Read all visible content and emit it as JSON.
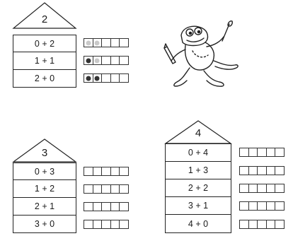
{
  "colors": {
    "ink": "#222222",
    "filled_dot": "#333333",
    "hollow_dot": "#c9c9c9"
  },
  "houses": [
    {
      "number": "2",
      "rows": [
        {
          "label": "0 + 2",
          "dots": [
            "hollow",
            "hollow",
            "empty",
            "empty",
            "empty"
          ]
        },
        {
          "label": "1 + 1",
          "dots": [
            "filled",
            "hollow",
            "empty",
            "empty",
            "empty"
          ]
        },
        {
          "label": "2 + 0",
          "dots": [
            "filled",
            "filled",
            "empty",
            "empty",
            "empty"
          ]
        }
      ]
    },
    {
      "number": "3",
      "rows": [
        {
          "label": "0 + 3",
          "dots": [
            "empty",
            "empty",
            "empty",
            "empty",
            "empty"
          ]
        },
        {
          "label": "1 + 2",
          "dots": [
            "empty",
            "empty",
            "empty",
            "empty",
            "empty"
          ]
        },
        {
          "label": "2 + 1",
          "dots": [
            "empty",
            "empty",
            "empty",
            "empty",
            "empty"
          ]
        },
        {
          "label": "3 + 0",
          "dots": [
            "empty",
            "empty",
            "empty",
            "empty",
            "empty"
          ]
        }
      ]
    },
    {
      "number": "4",
      "rows": [
        {
          "label": "0 + 4",
          "dots": [
            "empty",
            "empty",
            "empty",
            "empty",
            "empty"
          ]
        },
        {
          "label": "1 + 3",
          "dots": [
            "empty",
            "empty",
            "empty",
            "empty",
            "empty"
          ]
        },
        {
          "label": "2 + 2",
          "dots": [
            "empty",
            "empty",
            "empty",
            "empty",
            "empty"
          ]
        },
        {
          "label": "3 + 1",
          "dots": [
            "empty",
            "empty",
            "empty",
            "empty",
            "empty"
          ]
        },
        {
          "label": "4 + 0",
          "dots": [
            "empty",
            "empty",
            "empty",
            "empty",
            "empty"
          ]
        }
      ]
    }
  ],
  "illustration": {
    "icon": "frog-with-pencil-and-brush-icon"
  }
}
